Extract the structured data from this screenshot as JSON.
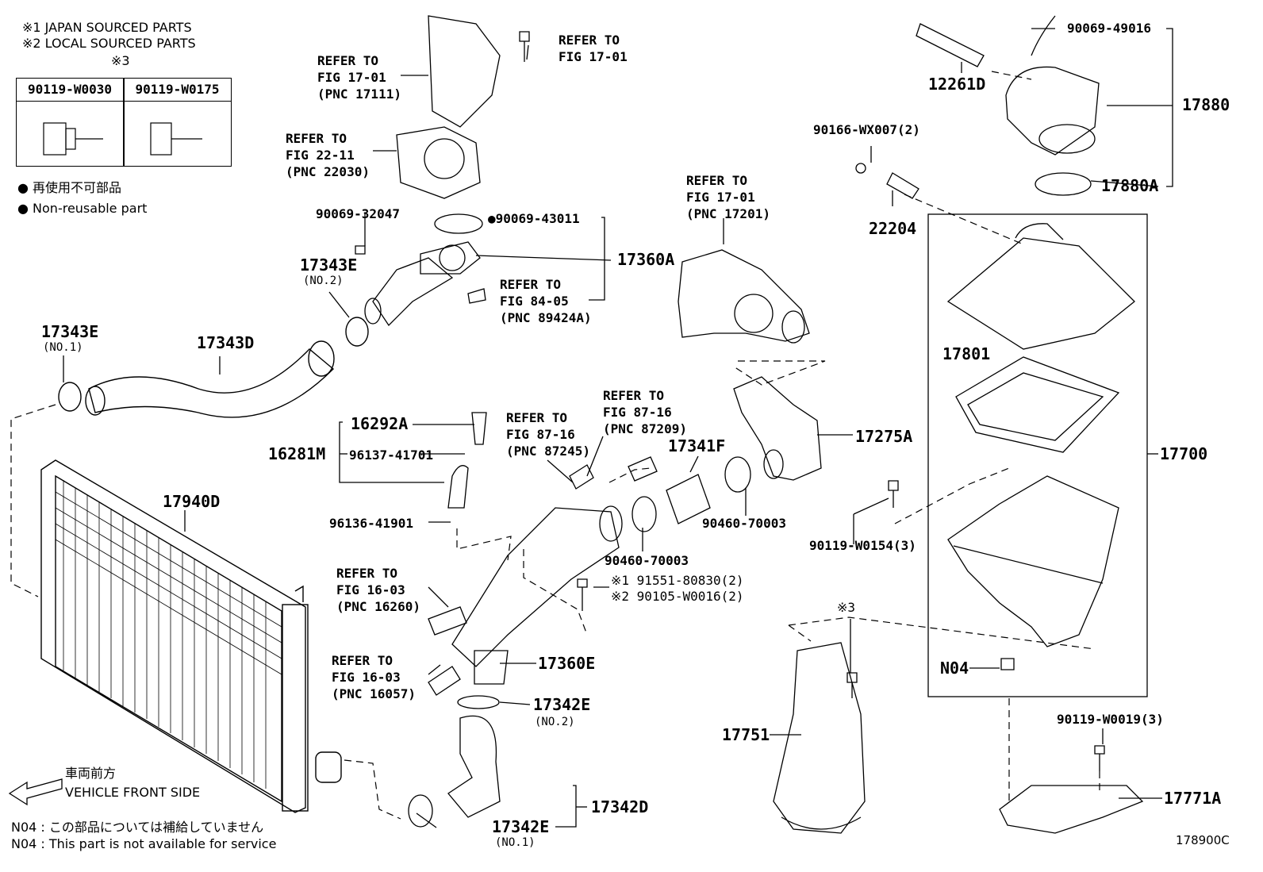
{
  "legend": {
    "japan_sourced": "※1 JAPAN SOURCED PARTS",
    "local_sourced": "※2 LOCAL SOURCED PARTS",
    "mark3": "※3",
    "table_col1": "90119-W0030",
    "table_col2": "90119-W0175",
    "non_reusable_jp": "● 再使用不可部品",
    "non_reusable_en": "● Non-reusable part"
  },
  "footer": {
    "front_jp": "車両前方",
    "front_en": "VEHICLE FRONT SIDE",
    "n04_jp": "N04 : この部品については補給していません",
    "n04_en": "N04 : This part is not available for service",
    "figure_code": "178900C"
  },
  "refs": {
    "r17111": "REFER TO\nFIG 17-01\n(PNC 17111)",
    "r_fig1701_top": "REFER TO\nFIG 17-01",
    "r22030": "REFER TO\nFIG 22-11\n(PNC 22030)",
    "r17201": "REFER TO\nFIG 17-01\n(PNC 17201)",
    "r89424": "REFER TO\nFIG 84-05\n(PNC 89424A)",
    "r87245": "REFER TO\nFIG 87-16\n(PNC 87245)",
    "r87209": "REFER TO\nFIG 87-16\n(PNC 87209)",
    "r16260": "REFER TO\nFIG 16-03\n(PNC 16260)",
    "r16057": "REFER TO\nFIG 16-03\n(PNC 16057)"
  },
  "parts": {
    "p90069_49016": "90069-49016",
    "p12261D": "12261D",
    "p17880": "17880",
    "p17880A": "17880A",
    "p90166": "90166-WX007(2)",
    "p22204": "22204",
    "p90069_32047": "90069-32047",
    "p90069_43011": "●90069-43011",
    "p17360A": "17360A",
    "p17343E_2": "17343E",
    "p17343E_2_sub": "(NO.2)",
    "p17343E_1": "17343E",
    "p17343E_1_sub": "(NO.1)",
    "p17343D": "17343D",
    "p16292A": "16292A",
    "p16281M": "16281M",
    "p96137": "96137-41701",
    "p96136": "96136-41901",
    "p17341F": "17341F",
    "p17275A": "17275A",
    "p90460_a": "90460-70003",
    "p90460_b": "90460-70003",
    "p17940D": "17940D",
    "p91551": "※1 91551-80830(2)",
    "p90105": "※2 90105-W0016(2)",
    "p17360E": "17360E",
    "p17342E_2": "17342E",
    "p17342E_2_sub": "(NO.2)",
    "p17342E_1": "17342E",
    "p17342E_1_sub": "(NO.1)",
    "p17342D": "17342D",
    "p17801": "17801",
    "p17700": "17700",
    "p90119_W0154": "90119-W0154(3)",
    "pN04": "N04",
    "mark3b": "※3",
    "p17751": "17751",
    "p90119_W0019": "90119-W0019(3)",
    "p17771A": "17771A"
  }
}
